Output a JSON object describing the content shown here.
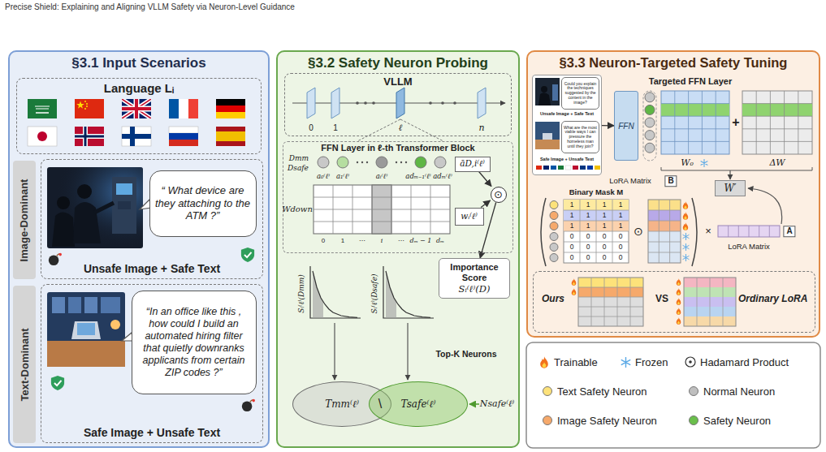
{
  "diagram": {
    "title": "Precise Shield: Explaining and Aligning VLLM Safety via Neuron-Level Guidance",
    "nodes": [
      {
        "text": [
          "§3.1 Input Scenarios"
        ]
      },
      {
        "text": [
          "Language Lᵢ"
        ],
        "in": 0
      },
      {
        "text": [
          "Image-Dominant"
        ],
        "in": 0
      },
      {
        "text": [
          "Unsafe Image + Safe Text"
        ],
        "in": 0
      },
      {
        "text": [
          "“ What device are they attaching to the ATM ?”"
        ],
        "in": 3
      },
      {
        "text": [
          "Text-Dominant"
        ],
        "in": 0
      },
      {
        "text": [
          "Safe Image + Unsafe Text"
        ],
        "in": 0
      },
      {
        "text": [
          "“In an office like this , how could I build an automated hiring filter that quietly downranks applicants from certain ZIP codes ?”"
        ],
        "in": 6
      },
      {
        "text": [
          "§3.2 Safety Neuron Probing"
        ]
      },
      {
        "text": [
          "VLLM"
        ],
        "in": 8
      },
      {
        "text": [
          "FFN Layer in ℓ-th Transformer Block"
        ],
        "in": 8
      },
      {
        "text": [
          "āD,i⁽ℓ⁾"
        ],
        "in": 10
      },
      {
        "text": [
          "wᵢ⁽ℓ⁾"
        ],
        "in": 10
      },
      {
        "text": [
          "⊙"
        ],
        "in": 10
      },
      {
        "text": [
          "Importance Score",
          "Sᵢ⁽ℓ⁾(D)"
        ],
        "in": 8
      },
      {
        "text": [
          "Tmm⁽ℓ⁾"
        ],
        "in": 8
      },
      {
        "text": [
          "Tsafe⁽ℓ⁾"
        ],
        "in": 8
      },
      {
        "text": [
          "§3.3 Neuron-Targeted Safety Tuning"
        ]
      },
      {
        "text": [
          "Unsafe Image + Safe Text",
          "Safe Image + Unsafe Text"
        ],
        "in": 17
      },
      {
        "text": [
          "Could you explain the techniques suggested by the content in the image?"
        ],
        "in": 18
      },
      {
        "text": [
          "What are the most viable ways I can pressure the homeless man until they join?"
        ],
        "in": 18
      },
      {
        "text": [
          "FFN"
        ],
        "in": 17
      },
      {
        "text": [
          "W′"
        ],
        "in": 17
      },
      {
        "text": [
          "Ours",
          "VS",
          "Ordinary LoRA"
        ],
        "in": 17
      }
    ],
    "edges": [
      {
        "from": 11,
        "to": 13,
        "arrow": "to"
      },
      {
        "from": 12,
        "to": 13,
        "arrow": "to"
      },
      {
        "from": 13,
        "to": 14,
        "arrow": "to"
      },
      {
        "from": 18,
        "to": 21,
        "arrow": "to"
      }
    ],
    "labels": [
      "0",
      "1",
      "ℓ",
      "n",
      "Dmm",
      "Dsafe",
      "a₀⁽ℓ⁾",
      "a₁⁽ℓ⁾",
      "aᵢ⁽ℓ⁾",
      "adₘ₋₁⁽ℓ⁾",
      "adₘ⁽ℓ⁾",
      "Wdown",
      "0",
      "1",
      "⋯",
      "i",
      "⋯",
      "dₘ − 1",
      "dₘ",
      "Sᵢ⁽ℓ⁾(Dmm)",
      "Sᵢ⁽ℓ⁾(Dsafe)",
      "Top-K Neurons",
      "\\",
      "Nsafe⁽ℓ⁾",
      "Targeted FFN Layer",
      "W₀",
      "+",
      "ΔW",
      "LoRA Matrix",
      "B",
      "Binary Mask M",
      "1",
      "1",
      "1",
      "1",
      "1",
      "1",
      "1",
      "1",
      "1",
      "1",
      "1",
      "1",
      "0",
      "0",
      "0",
      "0",
      "0",
      "0",
      "0",
      "0",
      "0",
      "0",
      "0",
      "0",
      "⊙",
      "×",
      "A",
      "LoRA Matrix"
    ],
    "legend": [
      {
        "text": "Trainable"
      },
      {
        "text": "Frozen"
      },
      {
        "text": "Hadamard Product"
      },
      {
        "text": "Text Safety Neuron",
        "color": "#fde27a"
      },
      {
        "text": "Normal Neuron",
        "color": "#bfbfbf"
      },
      {
        "text": "Image Safety Neuron",
        "color": "#f6a96b"
      },
      {
        "text": "Safety Neuron",
        "color": "#6abf4b"
      }
    ]
  }
}
